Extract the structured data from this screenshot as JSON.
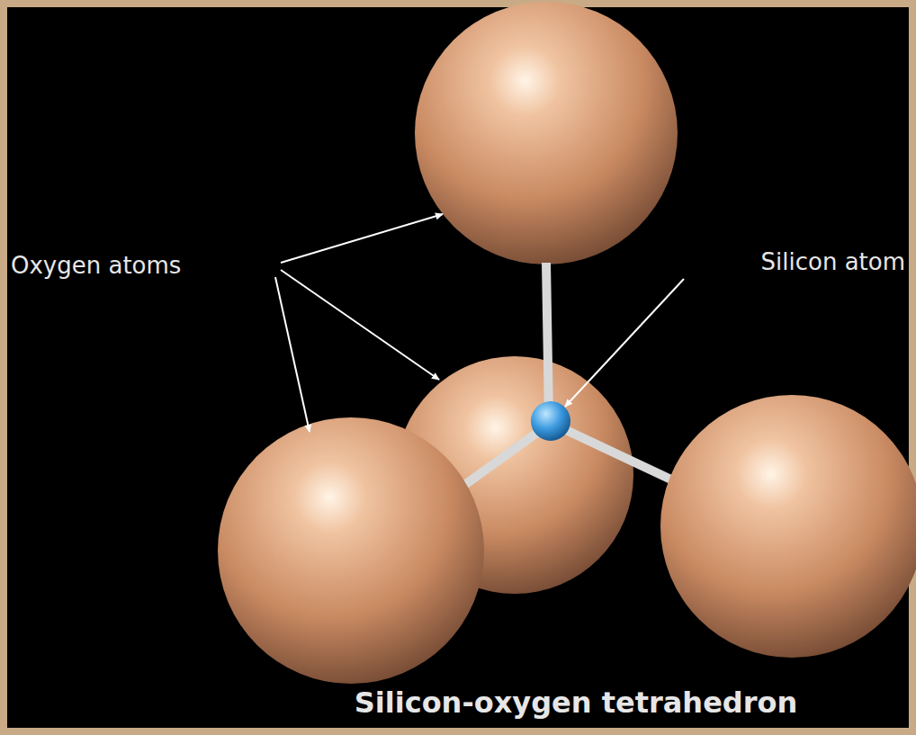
{
  "diagram": {
    "caption": "Silicon-oxygen tetrahedron",
    "labels": [
      "Oxygen atoms",
      "Silicon atom"
    ]
  }
}
